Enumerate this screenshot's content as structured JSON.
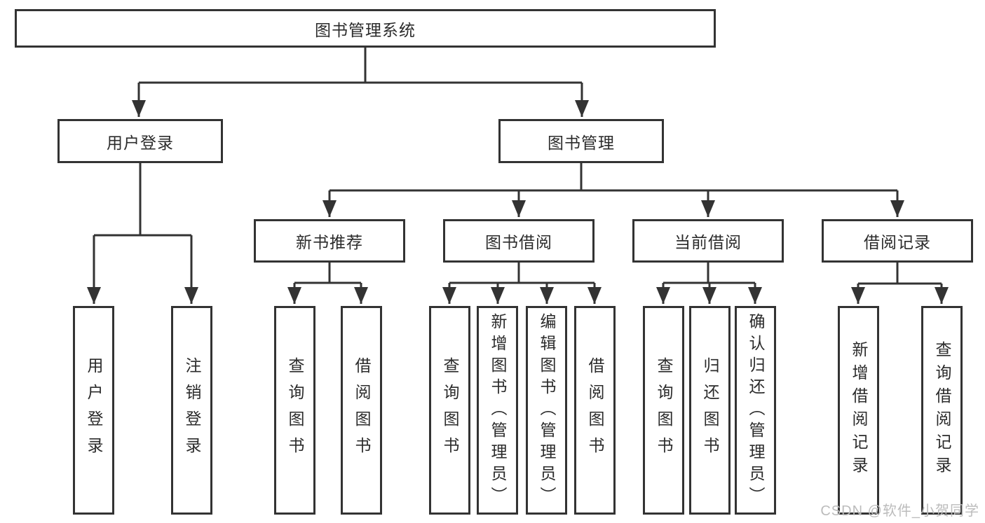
{
  "title": "图书管理系统",
  "watermark": "CSDN @软件_小贺同学",
  "colors": {
    "line": "#333333",
    "text": "#2b2b2b",
    "watermark": "#bcbcbc",
    "background": "#ffffff"
  },
  "tree": {
    "root": {
      "label": "图书管理系统"
    },
    "children": [
      {
        "label": "用户登录",
        "children": [
          "用户登录",
          "注销登录"
        ]
      },
      {
        "label": "图书管理",
        "children": [
          {
            "label": "新书推荐",
            "children": [
              "查询图书",
              "借阅图书"
            ]
          },
          {
            "label": "图书借阅",
            "children": [
              "查询图书",
              "新增图书（管理员）",
              "编辑图书（管理员）",
              "借阅图书"
            ]
          },
          {
            "label": "当前借阅",
            "children": [
              "查询图书",
              "归还图书",
              "确认归还（管理员）"
            ]
          },
          {
            "label": "借阅记录",
            "children": [
              "新增借阅记录",
              "查询借阅记录"
            ]
          }
        ]
      }
    ]
  }
}
